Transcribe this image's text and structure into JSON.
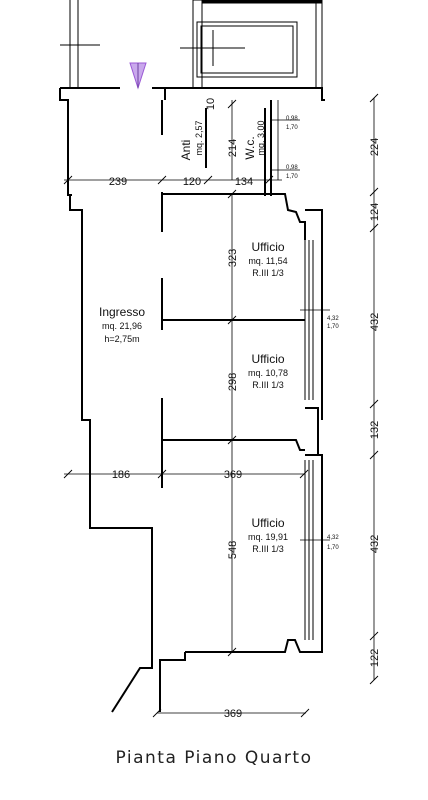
{
  "caption": "Pianta Piano Quarto",
  "rooms": {
    "ingresso": {
      "name": "Ingresso",
      "area": "mq. 21,96",
      "height": "h=2,75m"
    },
    "anti": {
      "name": "Anti",
      "area": "mq. 2,57"
    },
    "wc": {
      "name": "W.c.",
      "area": "mq. 3,00"
    },
    "ufficio1": {
      "name": "Ufficio",
      "area": "mq. 11,54",
      "ratio": "R.III 1/3"
    },
    "ufficio2": {
      "name": "Ufficio",
      "area": "mq. 10,78",
      "ratio": "R.III 1/3"
    },
    "ufficio3": {
      "name": "Ufficio",
      "area": "mq. 19,91",
      "ratio": "R.III 1/3"
    }
  },
  "dimensions": {
    "d239": "239",
    "d120": "120",
    "d134": "134",
    "d10": "10",
    "d214": "214",
    "d323": "323",
    "d298": "298",
    "d186": "186",
    "d369_mid": "369",
    "d548": "548",
    "d369_bottom": "369",
    "right_224": "224",
    "right_124": "124",
    "right_432a": "432",
    "right_132": "132",
    "right_432b": "432",
    "right_122": "122"
  },
  "windows": {
    "w1_top": "0,98",
    "w1_bottom": "1,70",
    "w2_top": "0,98",
    "w2_bottom": "1,70",
    "w3_top": "4,32",
    "w3_bottom": "1,70",
    "w4_top": "4,32",
    "w4_bottom": "1,70"
  },
  "colors": {
    "entry_arrow": "#9b59d6",
    "wall": "#000000"
  },
  "icons": {
    "entry": "entry-arrow-icon"
  }
}
